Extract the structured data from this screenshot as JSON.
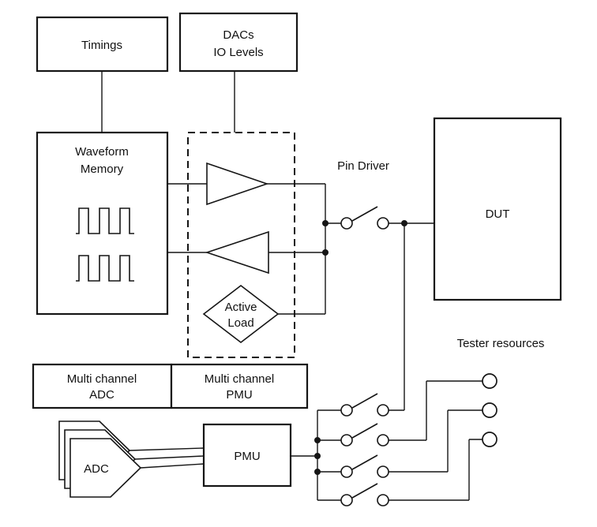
{
  "diagram": {
    "background": "#ffffff",
    "line_color": "#151515",
    "boxes": {
      "timings": {
        "label": "Timings"
      },
      "dacs_io_levels": {
        "line1": "DACs",
        "line2": "IO Levels"
      },
      "waveform_memory": {
        "line1": "Waveform",
        "line2": "Memory"
      },
      "dut": {
        "label": "DUT"
      },
      "multi_channel_adc": {
        "line1": "Multi channel",
        "line2": "ADC"
      },
      "multi_channel_pmu": {
        "line1": "Multi channel",
        "line2": "PMU"
      },
      "pmu": {
        "label": "PMU"
      },
      "adc": {
        "label": "ADC"
      },
      "active_load": {
        "line1": "Active",
        "line2": "Load"
      }
    },
    "labels": {
      "pin_driver": "Pin Driver",
      "tester_resources": "Tester resources"
    },
    "icons": {
      "driver": "driver-amplifier-triangle",
      "comparator": "comparator-amplifier-triangle",
      "waveforms": "pulse-waveform-glyphs",
      "switches": "open-relay-switch",
      "terminals": "open-circle-terminal",
      "junctions": "junction-dot"
    }
  }
}
